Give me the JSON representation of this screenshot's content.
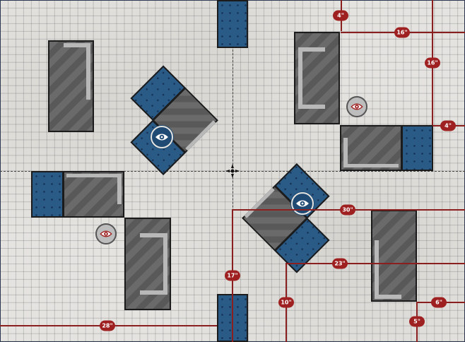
{
  "map": {
    "colors": {
      "accent_red": "#9e2020",
      "blue_zone": "#2a5a86",
      "blue_eye": "#1f4a73",
      "gray_terrain": "#626262",
      "grid_background": "#e4e3df"
    },
    "measurements": [
      {
        "id": "top-4",
        "label": "4\""
      },
      {
        "id": "top-16h",
        "label": "16\""
      },
      {
        "id": "right-16v",
        "label": "16\""
      },
      {
        "id": "right-4",
        "label": "4\""
      },
      {
        "id": "mid-30",
        "label": "30\""
      },
      {
        "id": "mid-23",
        "label": "23\""
      },
      {
        "id": "bottom-6",
        "label": "6\""
      },
      {
        "id": "bottom-5",
        "label": "5\""
      },
      {
        "id": "bottom-10",
        "label": "10\""
      },
      {
        "id": "bottom-17",
        "label": "17\""
      },
      {
        "id": "bottom-28",
        "label": "28\""
      }
    ],
    "markers": {
      "blue_objective_icon": "eye-icon",
      "red_objective_icon": "eye-icon",
      "center_icon": "crosshair-icon"
    }
  }
}
